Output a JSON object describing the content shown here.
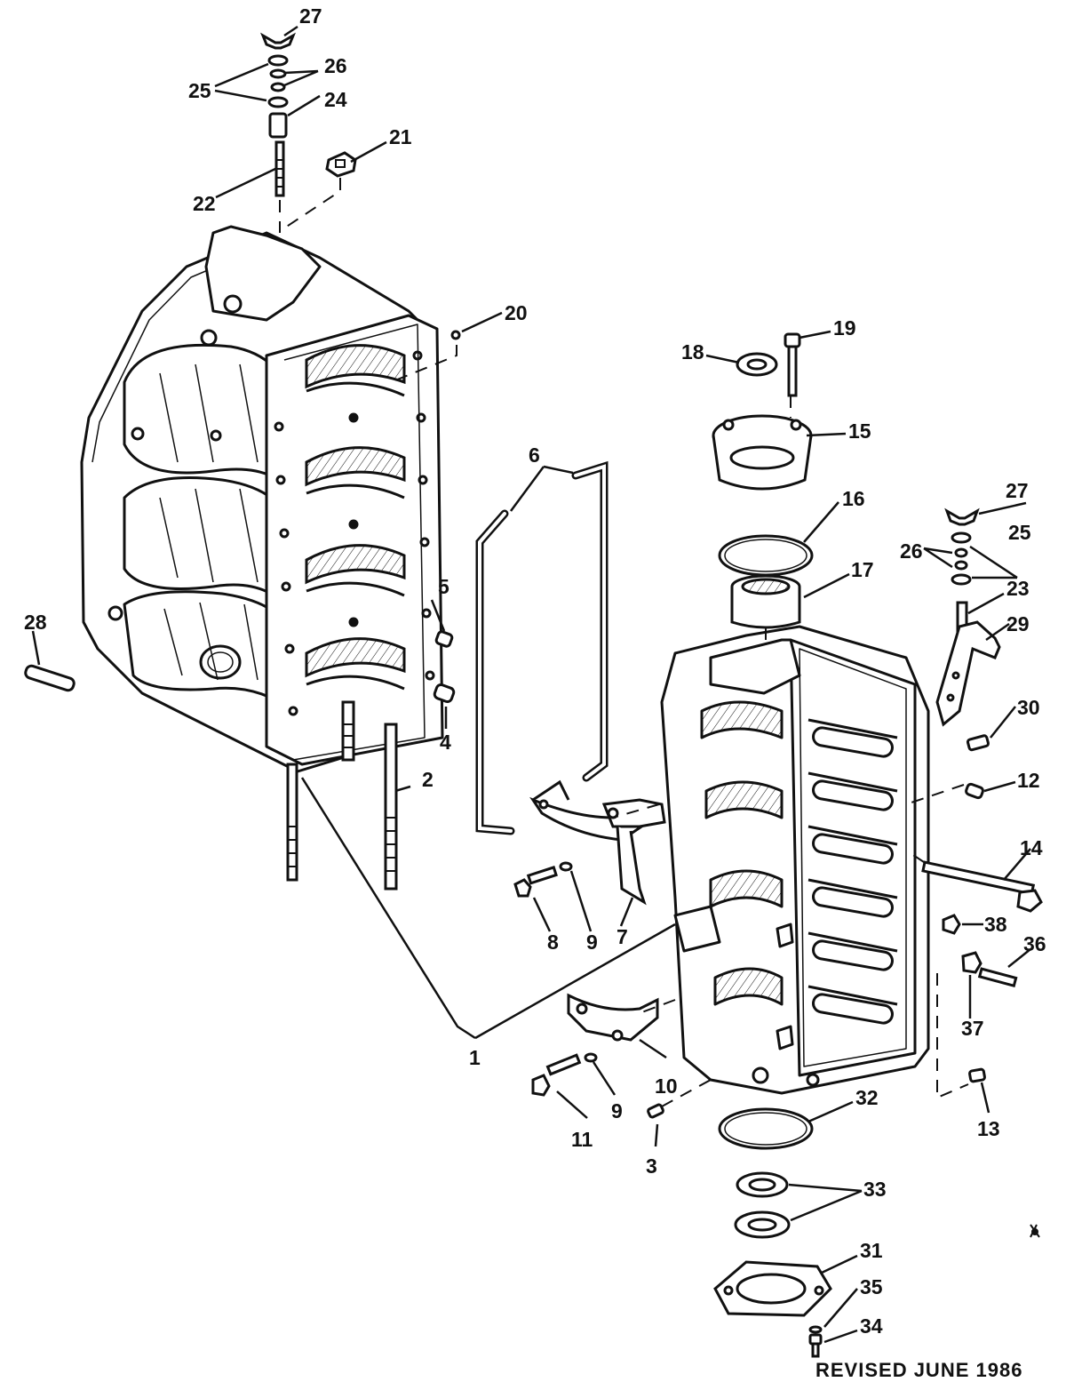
{
  "diagram": {
    "callouts": [
      "1",
      "2",
      "3",
      "4",
      "5",
      "6",
      "7",
      "8",
      "9",
      "9",
      "10",
      "11",
      "12",
      "13",
      "14",
      "15",
      "16",
      "17",
      "18",
      "19",
      "20",
      "21",
      "22",
      "23",
      "24",
      "25",
      "25",
      "26",
      "26",
      "27",
      "27",
      "28",
      "29",
      "30",
      "31",
      "32",
      "33",
      "34",
      "35",
      "36",
      "37",
      "38"
    ],
    "revision_note": "REVISED JUNE 1986"
  },
  "colors": {
    "ink": "#111111",
    "paper": "#ffffff"
  }
}
